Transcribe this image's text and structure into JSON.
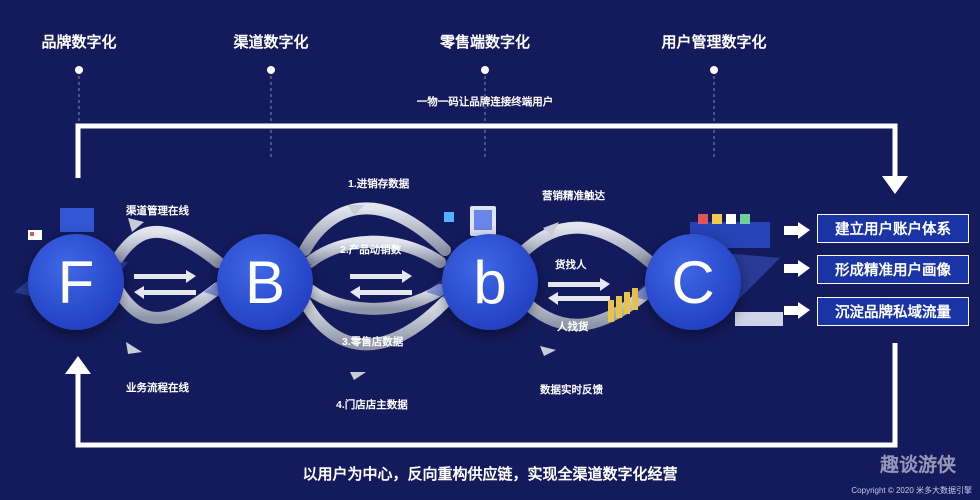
{
  "stages": [
    "品牌数字化",
    "渠道数字化",
    "零售端数字化",
    "用户管理数字化"
  ],
  "top_note": "一物一码让品牌连接终端用户",
  "nodes": [
    "F",
    "B",
    "b",
    "C"
  ],
  "flow_labels": {
    "f_b_top": "渠道管理在线",
    "f_b_bottom": "业务流程在线",
    "b_b_1": "1.进销存数据",
    "b_b_2": "2.产品动销数",
    "b_b_3": "3.零售店数据",
    "b_b_4": "4.门店店主数据",
    "b_c_top": "营销精准触达",
    "b_c_mid1": "货找人",
    "b_c_mid2": "人找货",
    "b_c_bottom": "数据实时反馈"
  },
  "results": [
    "建立用户账户体系",
    "形成精准用户画像",
    "沉淀品牌私域流量"
  ],
  "bottom_note": "以用户为中心，反向重构供应链，实现全渠道数字化经营",
  "watermark": "趣谈游侠",
  "copyright": "Copyright © 2020  米多大数据引擎",
  "colors": {
    "background": "#141b5c",
    "node": "#2443c4",
    "flow": "#c7ccd6",
    "line": "#ffffff"
  }
}
